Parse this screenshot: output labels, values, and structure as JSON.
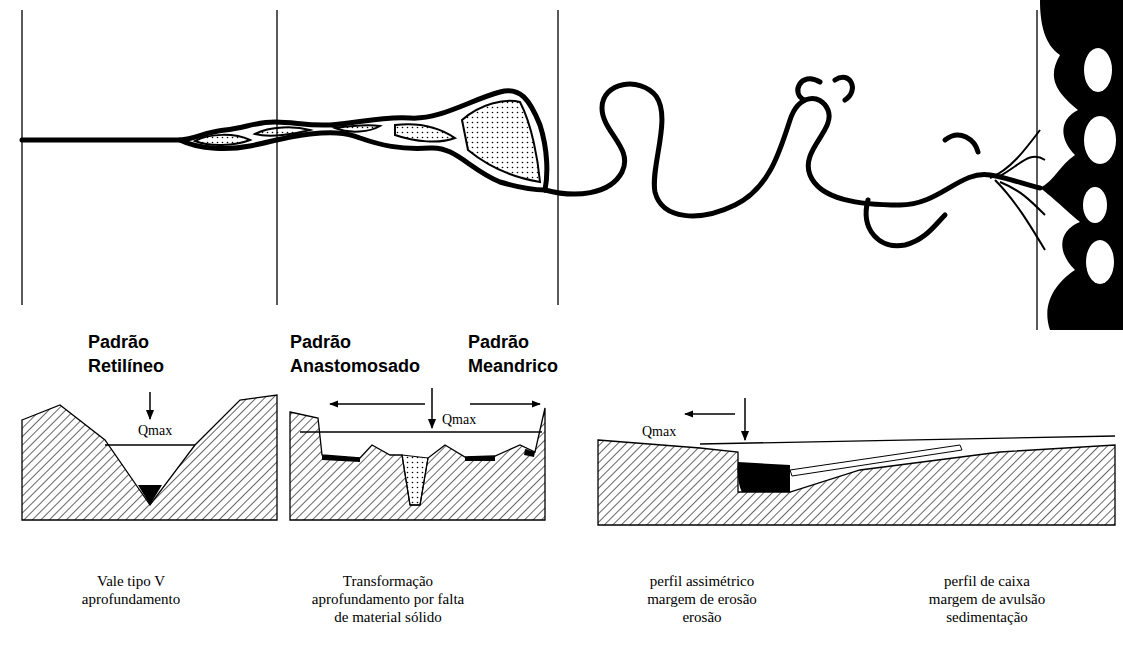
{
  "diagram": {
    "labels": [
      "Padrão Retilíneo",
      "Padrão Anastomosado",
      "Padrão Meandrico",
      "Qmax",
      "Qmax",
      "Qmax",
      "Vale tipo V aprofundamento",
      "Transformação aprofundamento por falta de material sólido",
      "perfil assimétrico margem de erosão erosão",
      "perfil de caixa margem de avulsão sedimentação"
    ]
  }
}
